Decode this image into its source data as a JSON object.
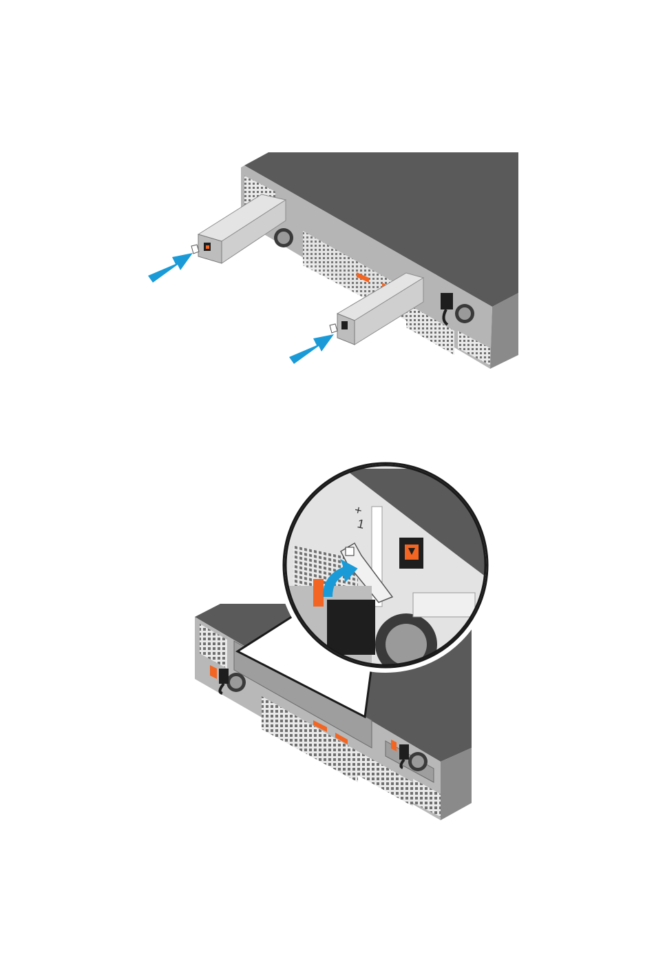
{
  "figures": [
    {
      "id": "step-insert-psu",
      "callouts": [],
      "arrows": [
        "push-arrow",
        "push-arrow"
      ],
      "colors": {
        "chassis": "#555555",
        "chassis_side": "#8a8a8a",
        "psu": "#d0d0d0",
        "arrow": "#1a9bd7",
        "handle_orange": "#f26522"
      }
    },
    {
      "id": "step-secure-latch",
      "callouts": [],
      "arrows": [
        "rotate-arrow"
      ],
      "port_label_glyphs": [
        "+",
        "1"
      ],
      "colors": {
        "chassis": "#555555",
        "zoom_ring": "#1a1a1a",
        "arrow": "#1a9bd7",
        "latch_orange": "#f26522"
      }
    }
  ]
}
